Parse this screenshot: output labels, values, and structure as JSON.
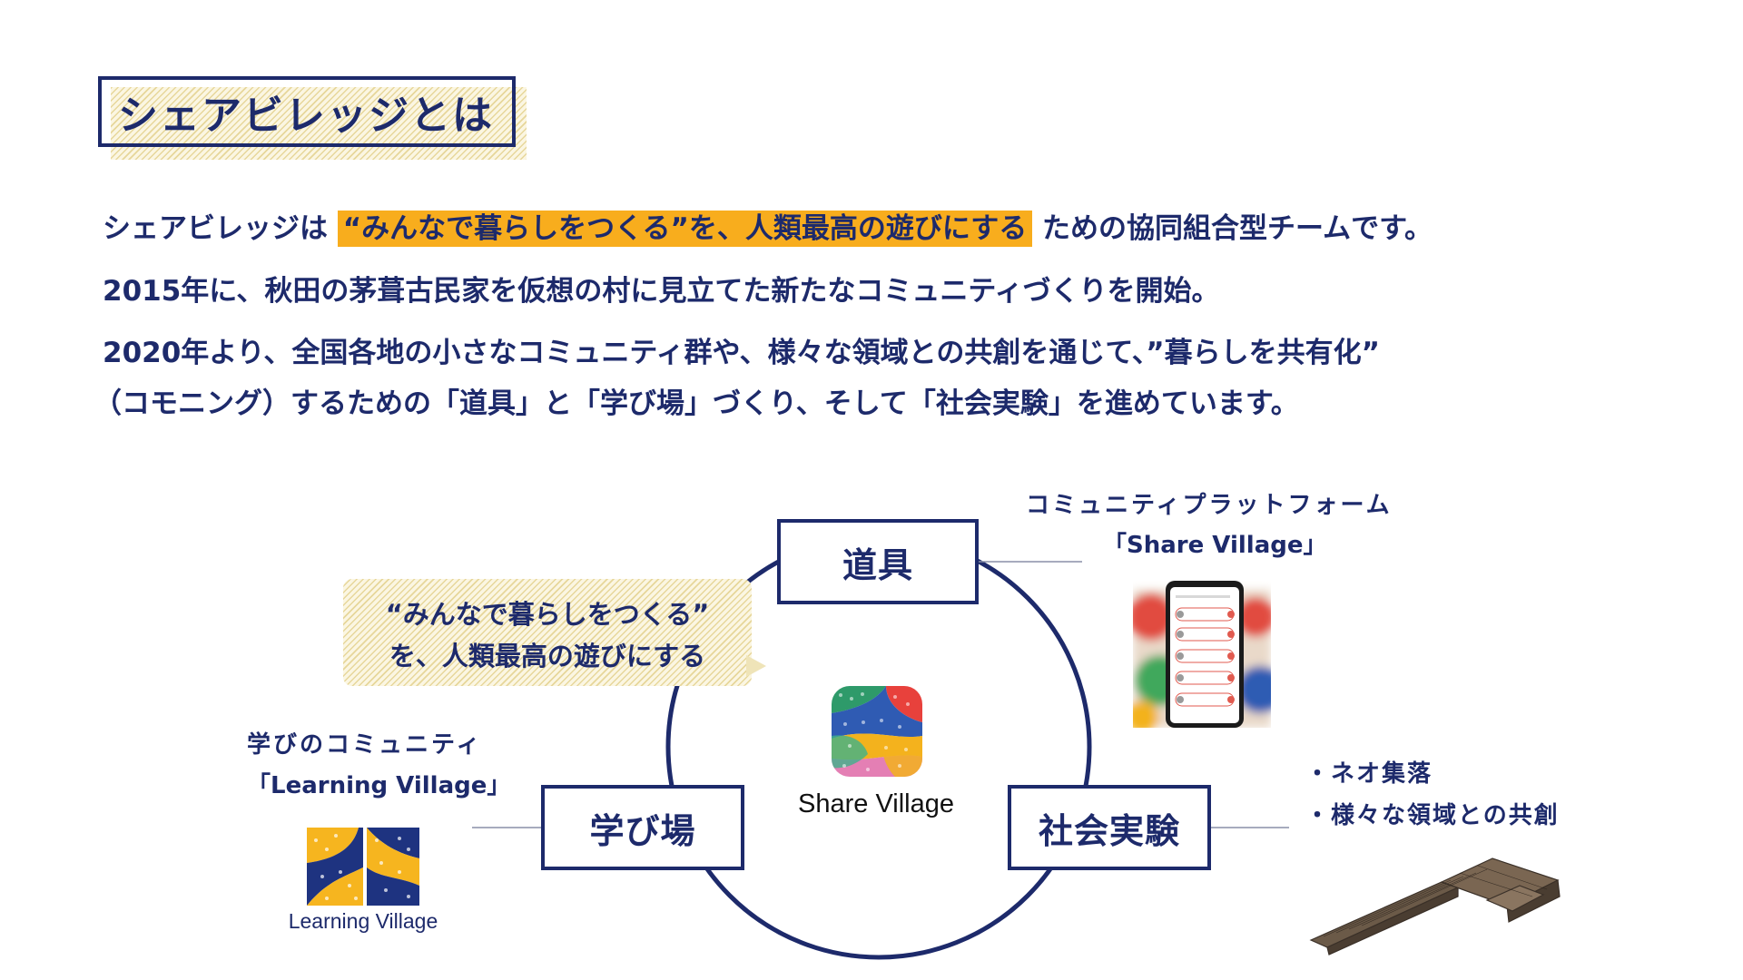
{
  "title": "シェアビレッジとは",
  "intro": {
    "line1_prefix": "シェアビレッジは",
    "line1_highlight": "“みんなで暮らしをつくる”を、人類最高の遊びにする",
    "line1_suffix": "ための協同組合型チームです。",
    "line2": "2015年に、秋田の茅葺古民家を仮想の村に見立てた新たなコミュニティづくりを開始。",
    "line3": "2020年より、全国各地の小さなコミュニティ群や、様々な領域との共創を通じて、”暮らしを共有化”",
    "line4": "（コモニング）するための「道具」と「学び場」づくり、そして「社会実験」を進めています。"
  },
  "diagram": {
    "nodes": {
      "tools": "道具",
      "learning": "学び場",
      "experiment": "社会実験"
    },
    "center_label": "Share Village",
    "bubble": {
      "line1": "“みんなで暮らしをつくる”",
      "line2": "を、人類最高の遊びにする"
    },
    "tools_caption": {
      "line1": "コミュニティプラットフォーム",
      "line2": "「Share Village」"
    },
    "learning_caption": {
      "line1": "学びのコミュニティ",
      "line2": "「Learning Village」"
    },
    "learning_logo_label": "Learning Village",
    "experiment_caption": {
      "line1": "・ネオ集落",
      "line2": "・様々な領域との共創"
    }
  },
  "colors": {
    "navy": "#1d2a6b",
    "highlight": "#f8ad1d",
    "hatch": "#d6bd60"
  },
  "icons": [
    "share-village-app-icon",
    "learning-village-logo",
    "phone-screenshot",
    "building-model"
  ]
}
